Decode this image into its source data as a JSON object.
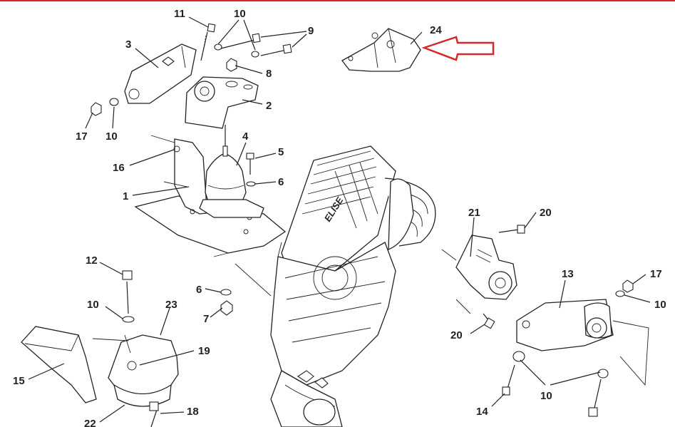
{
  "labels": {
    "l1": "1",
    "l2": "2",
    "l3": "3",
    "l4": "4",
    "l5": "5",
    "l6a": "6",
    "l6b": "6",
    "l7": "7",
    "l8": "8",
    "l9": "9",
    "l10a": "10",
    "l10b": "10",
    "l10c": "10",
    "l10d": "10",
    "l10e": "10",
    "l11": "11",
    "l12": "12",
    "l13": "13",
    "l14": "14",
    "l15": "15",
    "l16": "16",
    "l17a": "17",
    "l17b": "17",
    "l18": "18",
    "l19": "19",
    "l20a": "20",
    "l20b": "20",
    "l21": "21",
    "l22": "22",
    "l23": "23",
    "l24": "24"
  },
  "engine_text": "ELISE",
  "colors": {
    "border": "#d62828",
    "arrow": "#d62828",
    "ink": "#222222"
  }
}
